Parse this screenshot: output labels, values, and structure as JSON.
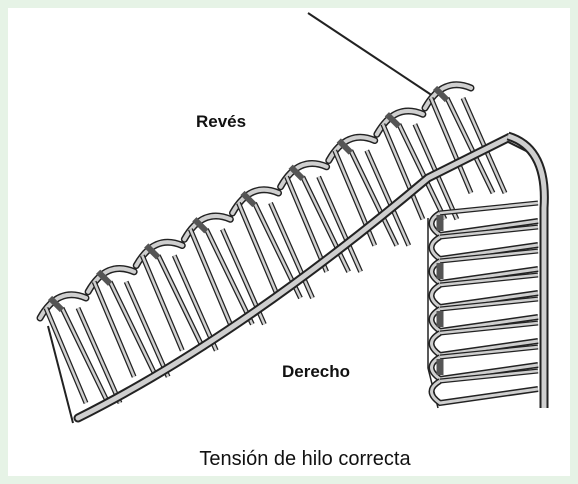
{
  "diagram": {
    "label_back": "Revés",
    "label_front": "Derecho",
    "caption": "Tensión de hilo correcta",
    "colors": {
      "background": "#e6f3e6",
      "panel": "#ffffff",
      "thread_outline": "#222222",
      "thread_fill": "#cfcfcf",
      "needle_thread": "#555555"
    }
  }
}
